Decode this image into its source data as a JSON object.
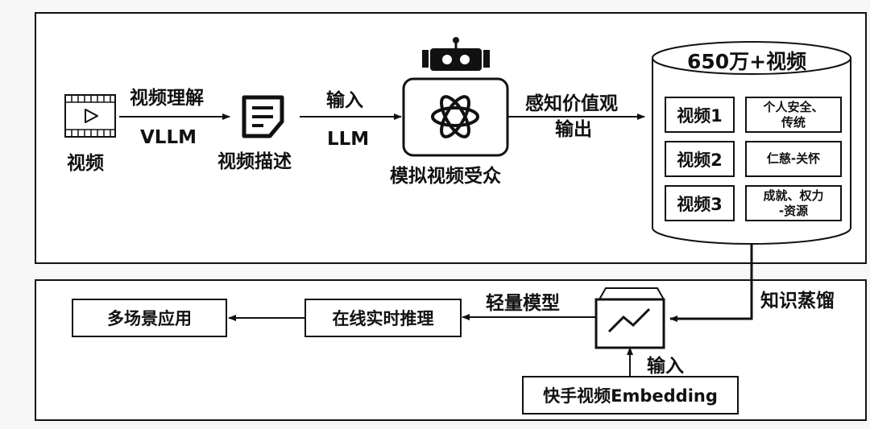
{
  "top": {
    "video_label": "视频",
    "understand_label": "视频理解",
    "vllm_label": "VLLM",
    "desc_label": "视频描述",
    "input_label": "输入",
    "llm_label": "LLM",
    "audience_label": "模拟视频受众",
    "perceive_label": "感知价值观",
    "output_label": "输出"
  },
  "database": {
    "title": "650万+视频",
    "rows": [
      {
        "video": "视频1",
        "values": "个人安全、\n传统"
      },
      {
        "video": "视频2",
        "values": "仁慈-关怀"
      },
      {
        "video": "视频3",
        "values": "成就、权力\n-资源"
      }
    ]
  },
  "bottom": {
    "distill_label": "知识蒸馏",
    "light_model_label": "轻量模型",
    "inference_label": "在线实时推理",
    "apps_label": "多场景应用",
    "input_label": "输入",
    "embedding_label": "快手视频Embedding"
  }
}
